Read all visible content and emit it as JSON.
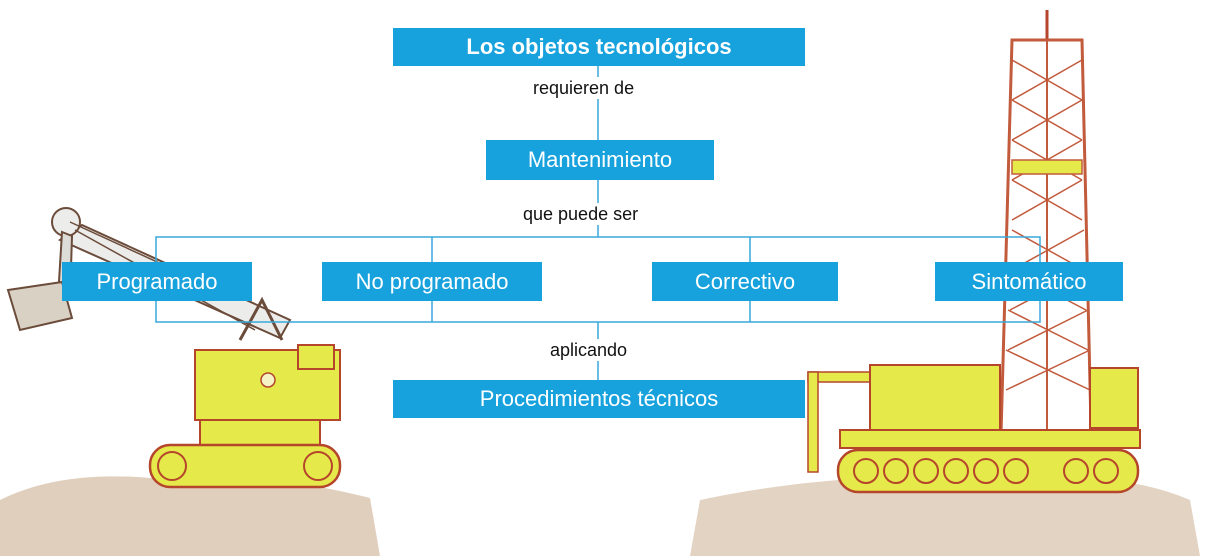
{
  "colors": {
    "node_fill": "#17a2dd",
    "node_text": "#ffffff",
    "line": "#38a9dc",
    "machine_yellow": "#e6e94a",
    "machine_outline": "#b5462c"
  },
  "illustrations": {
    "left": "power-shovel-excavator",
    "right": "drilling-rig-crawler"
  },
  "diagram": {
    "root": "Los objetos tecnológicos",
    "link_1": "requieren de",
    "level_2": "Mantenimiento",
    "link_2": "que puede ser",
    "types": [
      "Programado",
      "No programado",
      "Correctivo",
      "Sintomático"
    ],
    "link_3": "aplicando",
    "result": "Procedimientos técnicos"
  }
}
